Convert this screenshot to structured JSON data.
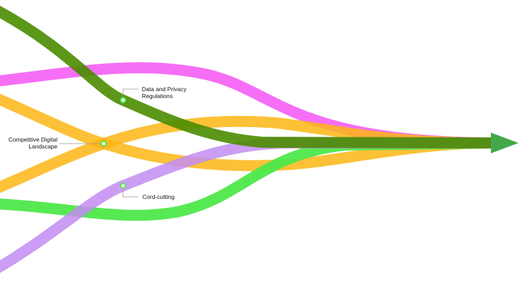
{
  "labels": {
    "data_privacy": "Data and Privacy Regulations",
    "competitive": "Competitive Digital Landscape",
    "cord_cutting": "Cord-cutting"
  },
  "colors": {
    "dark_green": "#4a8c00",
    "magenta": "#f55ef5",
    "orange": "#fbb614",
    "purple": "#c28cf2",
    "light_green": "#4ee84a",
    "arrow": "#43a84a"
  }
}
